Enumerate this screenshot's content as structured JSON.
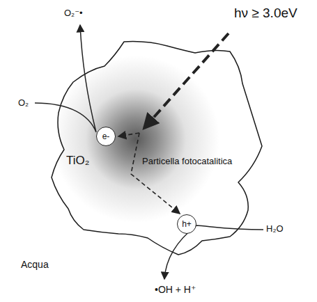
{
  "diagram": {
    "nodes": [
      {
        "text": [
          "TiO₂",
          "Particella fotocatalitica"
        ]
      },
      {
        "text": [
          "e-"
        ],
        "in": 0
      },
      {
        "text": [
          "h+"
        ],
        "in": 0
      }
    ],
    "labels": [
      "hν ≥ 3.0eV",
      "O₂⁻•",
      "O₂",
      "H₂O",
      "•OH + H⁺",
      "Acqua"
    ]
  }
}
